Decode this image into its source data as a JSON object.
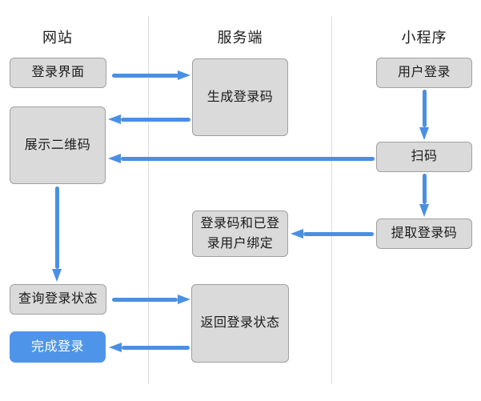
{
  "diagram": {
    "title_hint": "qr-code-login-flow",
    "type": "flowchart"
  },
  "colors": {
    "box_fill": "#dadada",
    "box_border": "#a0a0a0",
    "box_text": "#1a1a1a",
    "accent_blue": "#4e95ea",
    "arrow_blue": "#4a90e2",
    "divider": "#dcdcdc",
    "final_text": "#ffffff"
  },
  "lanes": [
    {
      "id": "website",
      "label": "网站"
    },
    {
      "id": "server",
      "label": "服务端"
    },
    {
      "id": "miniprogram",
      "label": "小程序"
    }
  ],
  "nodes": [
    {
      "id": "login-page",
      "lane": "website",
      "label": "登录界面",
      "style": "gray"
    },
    {
      "id": "show-qrcode",
      "lane": "website",
      "label": "展示二维码",
      "style": "gray"
    },
    {
      "id": "query-login-status",
      "lane": "website",
      "label": "查询登录状态",
      "style": "gray"
    },
    {
      "id": "finish-login",
      "lane": "website",
      "label": "完成登录",
      "style": "blue"
    },
    {
      "id": "generate-login-code",
      "lane": "server",
      "label": "生成登录码",
      "style": "gray"
    },
    {
      "id": "bind-login-code",
      "lane": "server",
      "label": "登录码和已登录用户绑定",
      "style": "gray"
    },
    {
      "id": "return-login-status",
      "lane": "server",
      "label": "返回登录状态",
      "style": "gray"
    },
    {
      "id": "user-login",
      "lane": "miniprogram",
      "label": "用户登录",
      "style": "gray"
    },
    {
      "id": "scan-code",
      "lane": "miniprogram",
      "label": "扫码",
      "style": "gray"
    },
    {
      "id": "extract-login-code",
      "lane": "miniprogram",
      "label": "提取登录码",
      "style": "gray"
    }
  ],
  "edges": [
    {
      "from": "login-page",
      "to": "generate-login-code",
      "direction": "right"
    },
    {
      "from": "generate-login-code",
      "to": "show-qrcode",
      "direction": "left"
    },
    {
      "from": "scan-code",
      "to": "show-qrcode",
      "direction": "left"
    },
    {
      "from": "user-login",
      "to": "scan-code",
      "direction": "down"
    },
    {
      "from": "scan-code",
      "to": "extract-login-code",
      "direction": "down"
    },
    {
      "from": "extract-login-code",
      "to": "bind-login-code",
      "direction": "left"
    },
    {
      "from": "show-qrcode",
      "to": "query-login-status",
      "direction": "down"
    },
    {
      "from": "query-login-status",
      "to": "return-login-status",
      "direction": "right"
    },
    {
      "from": "return-login-status",
      "to": "finish-login",
      "direction": "left"
    }
  ]
}
